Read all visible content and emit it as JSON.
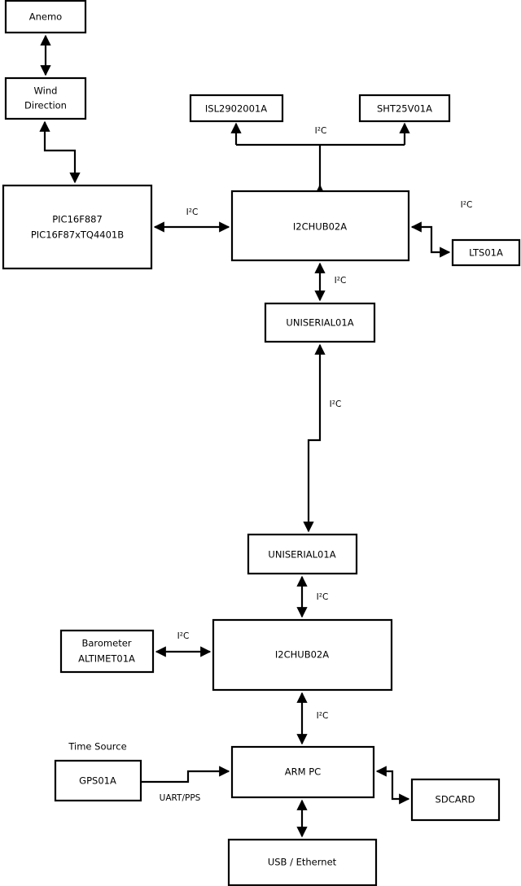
{
  "diagram": {
    "type": "block-diagram",
    "background_color": "#ffffff",
    "line_color": "#000000",
    "box_fill": "#ffffff",
    "nodes": [
      {
        "id": "anemo",
        "label": "Anemo"
      },
      {
        "id": "wind",
        "label_line1": "Wind",
        "label_line2": "Direction"
      },
      {
        "id": "pic",
        "label_line1": "PIC16F887",
        "label_line2": "PIC16F87xTQ4401B"
      },
      {
        "id": "isl",
        "label": "ISL2902001A"
      },
      {
        "id": "sht",
        "label": "SHT25V01A"
      },
      {
        "id": "hub_top",
        "label": "I2CHUB02A"
      },
      {
        "id": "lts",
        "label": "LTS01A"
      },
      {
        "id": "uniserial_top",
        "label": "UNISERIAL01A"
      },
      {
        "id": "uniserial_bot",
        "label": "UNISERIAL01A"
      },
      {
        "id": "hub_bot",
        "label": "I2CHUB02A"
      },
      {
        "id": "barometer",
        "label_line1": "Barometer",
        "label_line2": "ALTIMET01A"
      },
      {
        "id": "gps",
        "label": "GPS01A"
      },
      {
        "id": "armpc",
        "label": "ARM PC"
      },
      {
        "id": "sdcard",
        "label": "SDCARD"
      },
      {
        "id": "usbeth",
        "label": "USB / Ethernet"
      }
    ],
    "free_labels": [
      {
        "id": "time-source",
        "text": "Time Source"
      }
    ],
    "edge_labels": {
      "pic_hub": "I²C",
      "hub_bus_top": "I²C",
      "hub_lts": "I²C",
      "hub_uniserial": "I²C",
      "uniserial_link": "I²C",
      "uniserial_hub_bot": "I²C",
      "barometer_hub": "I²C",
      "hub_armpc": "I²C",
      "gps_armpc": "UART/PPS"
    }
  }
}
